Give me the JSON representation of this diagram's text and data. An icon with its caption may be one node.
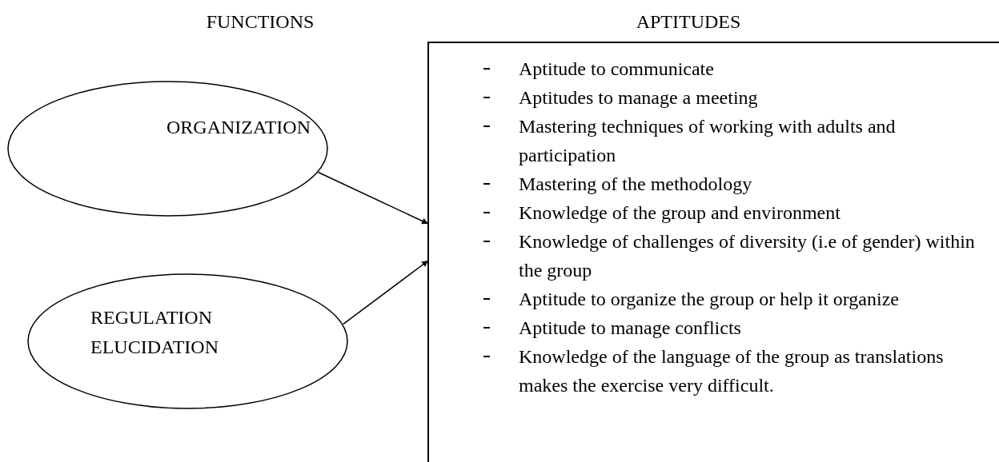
{
  "diagram": {
    "nodes": [
      {
        "text": [
          "ORGANIZATION"
        ]
      },
      {
        "text": [
          "REGULATION ELUCIDATION"
        ]
      },
      {
        "text": [
          "APTITUDES",
          "Aptitude to communicate",
          "Aptitudes to manage a meeting",
          "Mastering techniques of working with adults and participation",
          "Mastering of the methodology",
          "Knowledge of the group and environment",
          "Knowledge of challenges of diversity (i.e of gender) within the group",
          "Aptitude to organize the group or help it organize",
          "Aptitude to manage conflicts",
          "Knowledge of the language of the group as translations makes the exercise very difficult."
        ]
      }
    ],
    "edges": [
      {
        "from": 0,
        "to": 2,
        "arrow": "to"
      },
      {
        "from": 1,
        "to": 2,
        "arrow": "to"
      }
    ],
    "labels": [
      "FUNCTIONS"
    ]
  }
}
